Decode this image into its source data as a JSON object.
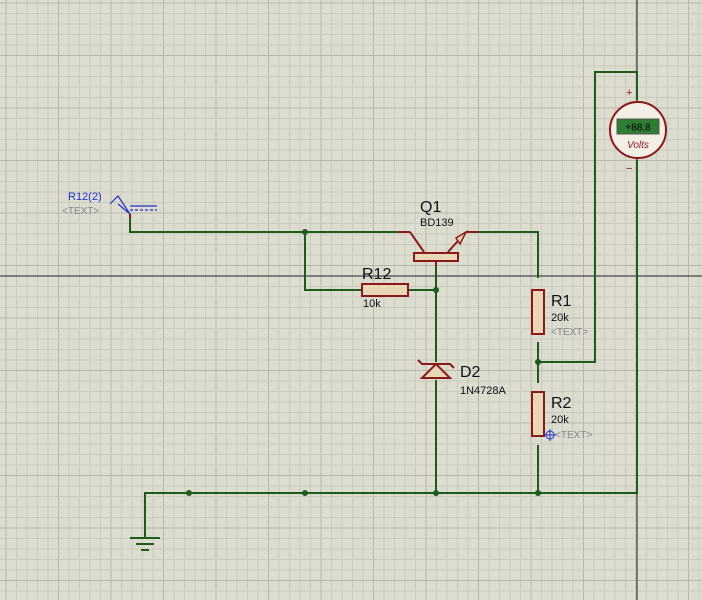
{
  "schematic": {
    "probe": {
      "label": "R12(2)",
      "text_placeholder": "<TEXT>"
    },
    "q1": {
      "ref": "Q1",
      "value": "BD139"
    },
    "r12": {
      "ref": "R12",
      "value": "10k"
    },
    "d2": {
      "ref": "D2",
      "value": "1N4728A"
    },
    "r1": {
      "ref": "R1",
      "value": "20k",
      "text_placeholder": "<TEXT>"
    },
    "r2": {
      "ref": "R2",
      "value": "20k",
      "text_placeholder": "<TEXT>"
    },
    "voltmeter": {
      "display": "+88.8",
      "unit_label": "Volts",
      "plus": "+",
      "minus": "−"
    }
  },
  "colors": {
    "background": "#dcdcd0",
    "grid_minor": "#cbcbbd",
    "grid_major": "#b8b8aa",
    "wire": "#1e5c1e",
    "component": "#8b1a1a",
    "component_fill": "#e8d8b8",
    "label": "#111111",
    "probe": "#2233cc",
    "placeholder": "#888888",
    "meter_fill": "#f3eee6",
    "meter_display": "#2e7d32",
    "meter_display_text": "#000000"
  }
}
